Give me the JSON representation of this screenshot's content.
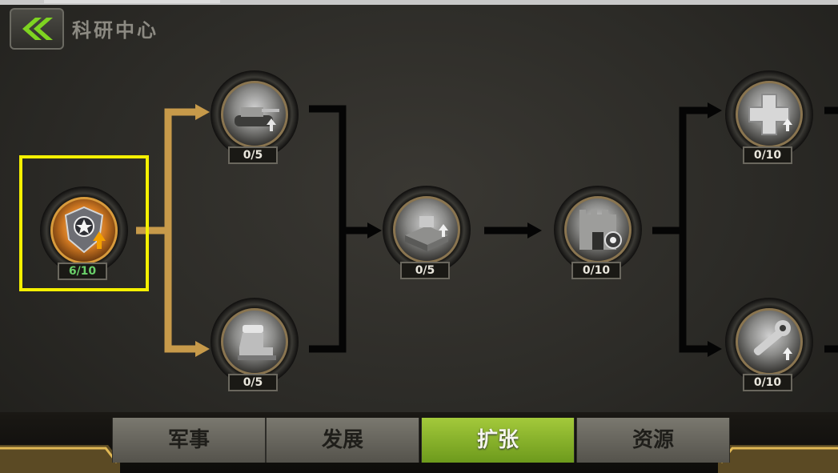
{
  "header": {
    "title": "科研中心"
  },
  "nodes": [
    {
      "id": "shield",
      "progress": "6/10",
      "icon": "shield-upgrade-icon",
      "active": true
    },
    {
      "id": "tank",
      "progress": "0/5",
      "icon": "tank-upgrade-icon"
    },
    {
      "id": "armor",
      "progress": "0/5",
      "icon": "armor-boot-icon"
    },
    {
      "id": "factory",
      "progress": "0/5",
      "icon": "tank-factory-icon"
    },
    {
      "id": "castle",
      "progress": "0/10",
      "icon": "castle-defense-icon"
    },
    {
      "id": "medical",
      "progress": "0/10",
      "icon": "medical-cross-icon"
    },
    {
      "id": "repair",
      "progress": "0/10",
      "icon": "wrench-repair-icon"
    }
  ],
  "tabs": [
    {
      "label": "军事"
    },
    {
      "label": "发展"
    },
    {
      "label": "扩张",
      "selected": true
    },
    {
      "label": "资源"
    }
  ],
  "colors": {
    "gold": "#c79a4a",
    "active_tab": "#8db42c",
    "highlight": "#f5f000"
  }
}
